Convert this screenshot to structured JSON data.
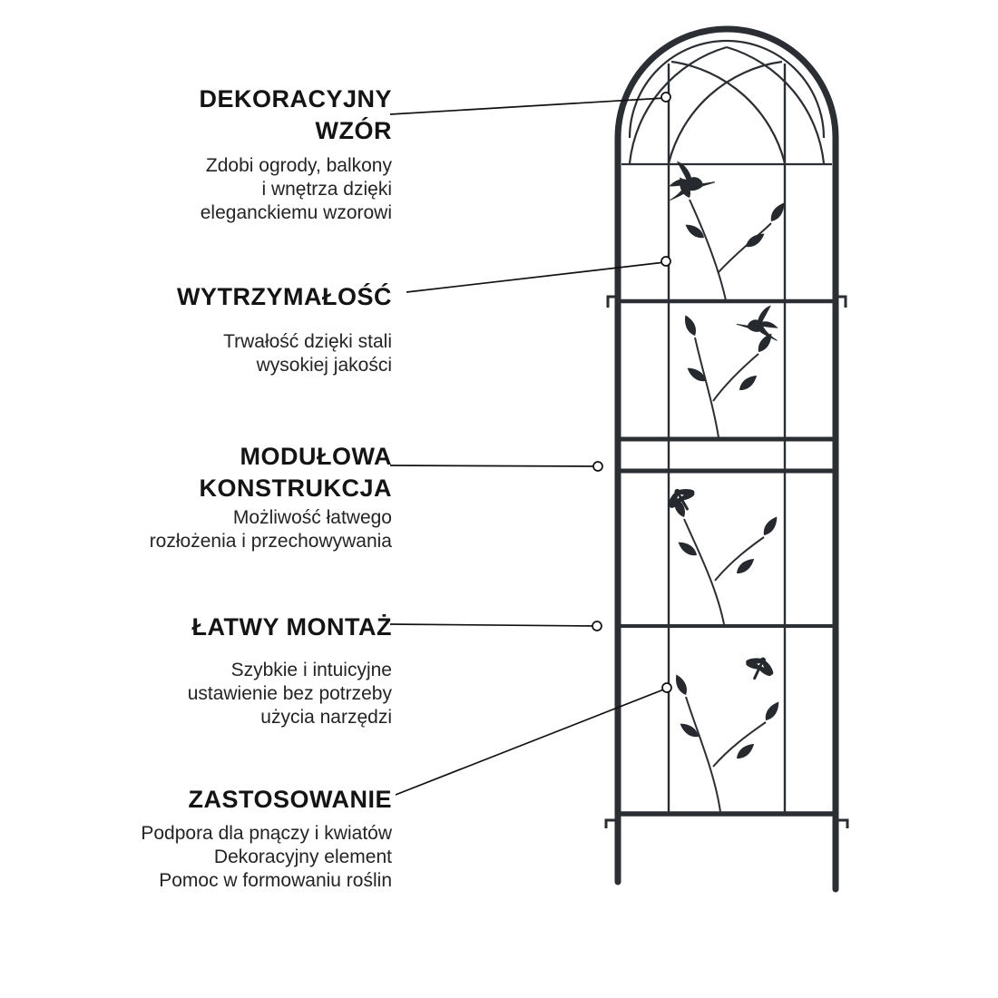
{
  "colors": {
    "background": "#ffffff",
    "heading_text": "#141414",
    "body_text": "#242424",
    "trellis": "#2b2e33",
    "callout_line": "#111111",
    "marker_fill": "#ffffff"
  },
  "illustration": {
    "icons": [
      "hummingbird-icon",
      "hummingbird-icon",
      "dragonfly-icon",
      "dragonfly-icon",
      "leaf-icon"
    ]
  },
  "features": [
    {
      "id": "dekoracyjny-wzor",
      "title": "DEKORACYJNY\nWZÓR",
      "description": "Zdobi ogrody, balkony\ni wnętrza dzięki\neleganckiemu wzorowi"
    },
    {
      "id": "wytrzymalosc",
      "title": "WYTRZYMAŁOŚĆ",
      "description": "Trwałość dzięki stali\nwysokiej jakości"
    },
    {
      "id": "modulowa-konstrukcja",
      "title": "MODUŁOWA\nKONSTRUKCJA",
      "description": "Możliwość łatwego\nrozłożenia i przechowywania"
    },
    {
      "id": "latwy-montaz",
      "title": "ŁATWY MONTAŻ",
      "description": "Szybkie i intuicyjne\nustawienie bez potrzeby\nużycia narzędzi"
    },
    {
      "id": "zastosowanie",
      "title": "ZASTOSOWANIE",
      "description": "Podpora dla pnączy i kwiatów\nDekoracyjny element\nPomoc w formowaniu roślin"
    }
  ]
}
